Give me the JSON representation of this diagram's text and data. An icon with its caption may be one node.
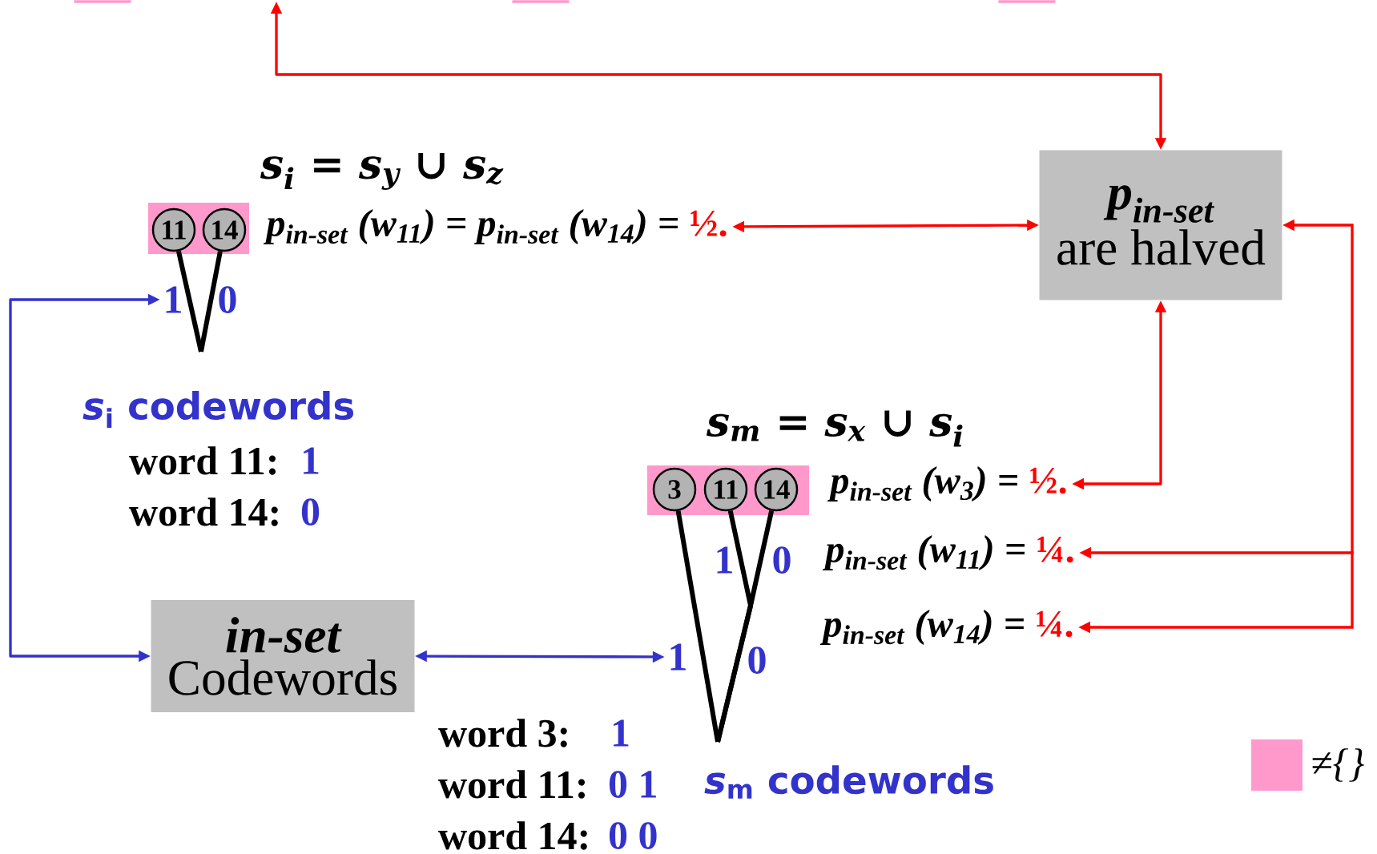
{
  "diagram": {
    "nodes": [
      {
        "text": [],
        "shape": "box"
      },
      {
        "text": [],
        "shape": "box"
      },
      {
        "text": [],
        "shape": "box"
      },
      {
        "text": [],
        "shape": "box"
      },
      {
        "text": [
          "11"
        ],
        "in": 3
      },
      {
        "text": [
          "14"
        ],
        "in": 3
      },
      {
        "text": [
          "p$_{in-set}$ (w$_{11}$) = p$_{in-set}$ (w$_{14}$) =",
          "½."
        ]
      },
      {
        "text": [
          "*p*$_{in-set}$",
          "are halved"
        ]
      },
      {
        "text": [
          "1"
        ]
      },
      {
        "text": [],
        "shape": "box"
      },
      {
        "text": [
          "3"
        ],
        "in": 9
      },
      {
        "text": [
          "11"
        ],
        "in": 9
      },
      {
        "text": [
          "14"
        ],
        "in": 9
      },
      {
        "text": [
          "p$_{in-set}$ (w$_{3}$) =",
          "½."
        ]
      },
      {
        "text": [
          "p$_{in-set}$ (w$_{11}$) =",
          "¼."
        ]
      },
      {
        "text": [
          "p$_{in-set}$ (w$_{14}$) =",
          "¼."
        ]
      },
      {
        "text": [
          "in-set",
          "Codewords"
        ]
      },
      {
        "text": [
          "1"
        ]
      }
    ],
    "edges": [
      {
        "from": 7,
        "to": null,
        "arrow": "both",
        "color": "#ff0000"
      },
      {
        "from": 6,
        "to": 7,
        "arrow": "both",
        "color": "#ff0000"
      },
      {
        "from": 7,
        "to": 13,
        "arrow": "both",
        "color": "#ff0000"
      },
      {
        "from": 7,
        "to": 14,
        "arrow": "both",
        "color": "#ff0000"
      },
      {
        "from": 7,
        "to": 15,
        "arrow": "both",
        "color": "#ff0000"
      },
      {
        "from": 16,
        "to": 8,
        "arrow": "both",
        "color": "#3333cc"
      },
      {
        "from": 16,
        "to": 17,
        "arrow": "both",
        "color": "#3333cc"
      },
      {
        "from": 4,
        "to": null,
        "arrow": "none",
        "style": "thick",
        "color": "#000000"
      },
      {
        "from": 5,
        "to": null,
        "arrow": "none",
        "style": "thick",
        "color": "#000000"
      },
      {
        "from": 10,
        "to": null,
        "arrow": "none",
        "style": "thick",
        "color": "#000000"
      },
      {
        "from": 11,
        "to": null,
        "arrow": "none",
        "style": "thick",
        "color": "#000000"
      },
      {
        "from": 12,
        "to": null,
        "arrow": "none",
        "style": "thick",
        "color": "#000000"
      }
    ],
    "labels": [
      "s$_{i}$ = s$_{y}$ ∪ s$_{z}$",
      "0",
      "*s*$_{i}$ codewords",
      "word 11:",
      "1",
      "word 14:",
      "0",
      "s$_{m}$ = s$_{x}$ ∪ s$_{i}$",
      "1",
      "0",
      "0",
      "word 3:",
      "1",
      "word 11:",
      "0 1",
      "word 14:",
      "0 0",
      "*s*$_{m}$ codewords"
    ],
    "legend": [
      {
        "text": "≠{}",
        "color": "#ff99cc"
      }
    ]
  }
}
